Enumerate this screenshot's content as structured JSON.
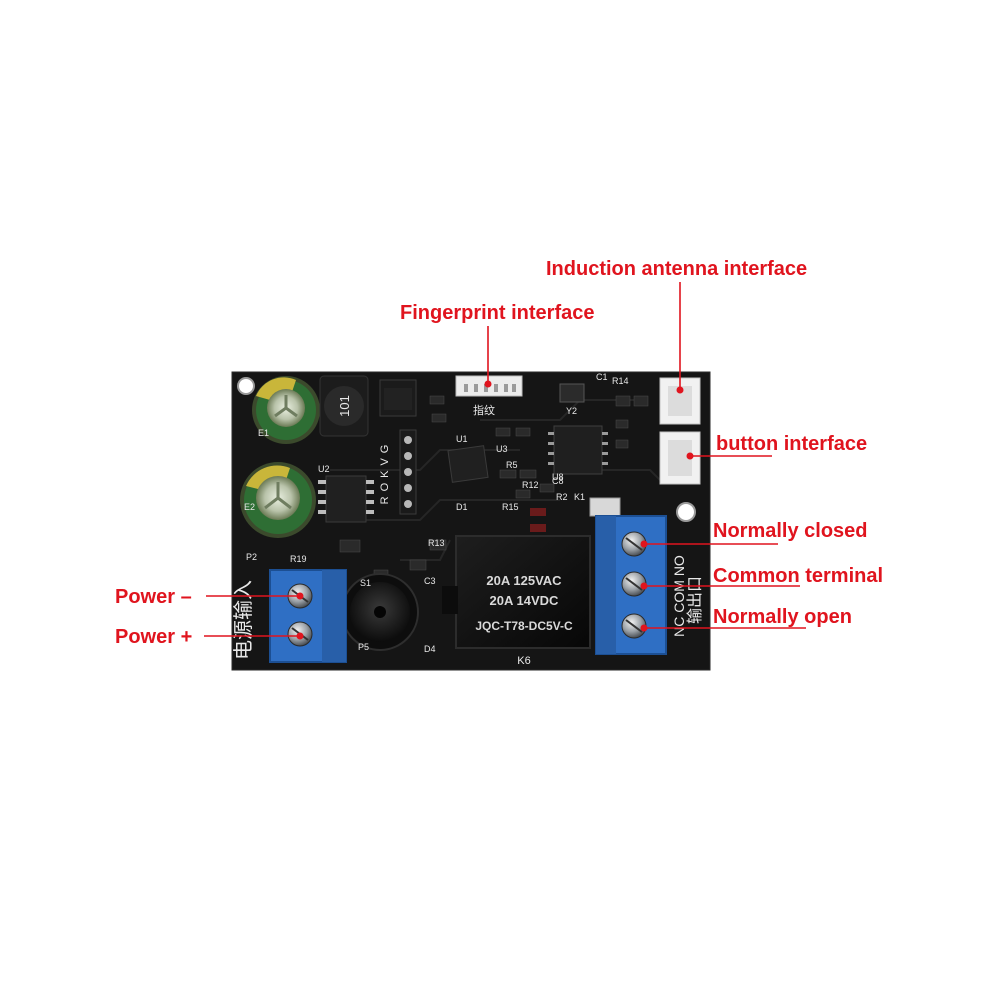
{
  "callouts": {
    "induction_antenna": "Induction antenna interface",
    "fingerprint": "Fingerprint interface",
    "button": "button interface",
    "normally_closed": "Normally closed",
    "common_terminal": "Common terminal",
    "normally_open": "Normally open",
    "power_minus": "Power –",
    "power_plus": "Power +"
  },
  "board": {
    "relay_rating_1": "20A  125VAC",
    "relay_rating_2": "20A   14VDC",
    "relay_model": "JQC-T78-DC5V-C",
    "relay_ref": "K6",
    "inductor_code": "101",
    "fingerprint_silk": "指纹",
    "power_input_silk": "电源输入",
    "output_silk": "输出口",
    "relay_terminals_silk": "NC COM NO",
    "header_silk": "ROKVG",
    "refs": [
      "C1",
      "E1",
      "E2",
      "U1",
      "U2",
      "U3",
      "U8",
      "Y2",
      "R5",
      "R12",
      "C8",
      "R13",
      "R19",
      "P2",
      "P5",
      "S1",
      "D4",
      "C3",
      "K1",
      "R2",
      "R14",
      "R15",
      "D1"
    ]
  },
  "colors": {
    "callout_text": "#e0141e",
    "leader_line": "#e0141e",
    "pcb": "#141414",
    "terminal_block": "#2f6fc4",
    "relay_body": "#111111"
  }
}
